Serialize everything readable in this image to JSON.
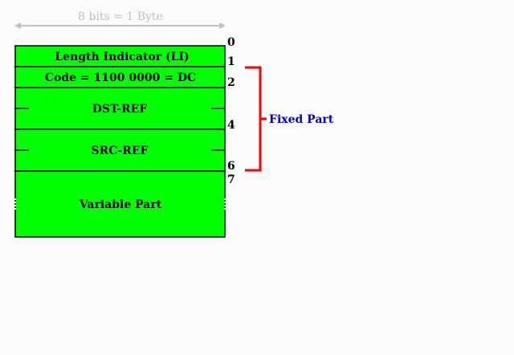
{
  "width_label": "8 bits = 1 Byte",
  "fields": [
    {
      "label": "Length Indicator (LI)"
    },
    {
      "label": "Code = 1100 0000 = DC"
    },
    {
      "label": "DST-REF"
    },
    {
      "label": "SRC-REF"
    },
    {
      "label": "Variable Part"
    }
  ],
  "offsets": [
    "0",
    "1",
    "2",
    "4",
    "6",
    "7"
  ],
  "bracket_label": "Fixed Part",
  "colors": {
    "field_fill": "#00ff00",
    "bracket": "#ff0000",
    "bracket_label": "#0000cc",
    "width_arrow": "#c0c0c0",
    "width_label": "#c0c0c0"
  }
}
